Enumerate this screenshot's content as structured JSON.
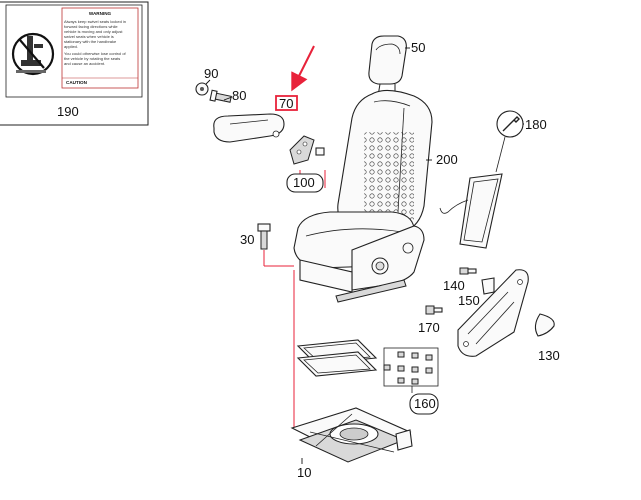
{
  "callouts": {
    "p10": "10",
    "p30": "30",
    "p50": "50",
    "p70": "70",
    "p80": "80",
    "p90": "90",
    "p100": "100",
    "p130": "130",
    "p140": "140",
    "p150": "150",
    "p160": "160",
    "p170": "170",
    "p180": "180",
    "p190": "190",
    "p200": "200"
  },
  "warning_label": {
    "heading": "WARNING",
    "lines": [
      "Always keep swivel seats locked in",
      "forward facing directions while",
      "vehicle is moving and only adjust",
      "swivel seats when vehicle is",
      "stationary with the handbrake",
      "applied.",
      "You could otherwise lose control of",
      "the vehicle by rotating the seats",
      "and cause an accident."
    ],
    "footer": "CAUTION"
  },
  "colors": {
    "highlight": "#e8223a",
    "linework": "#222222"
  }
}
